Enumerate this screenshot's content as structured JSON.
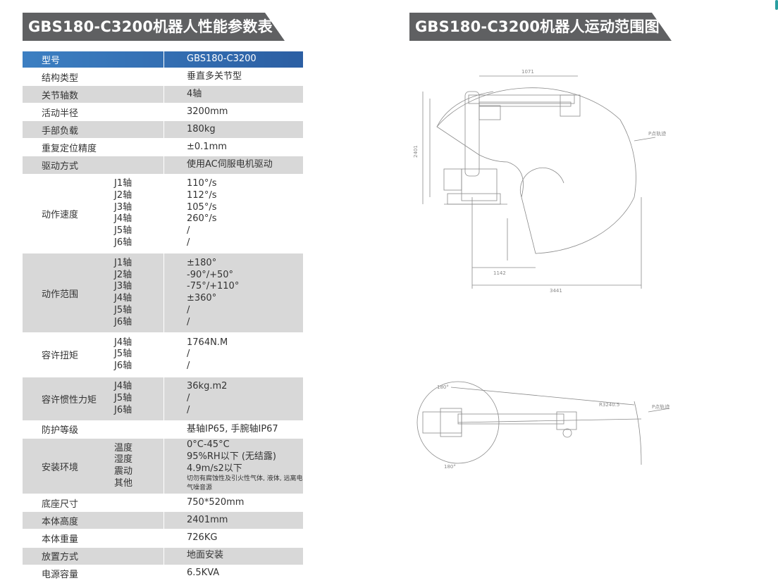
{
  "headings": {
    "left": "GBS180-C3200机器人性能参数表",
    "right": "GBS180-C3200机器人运动范围图"
  },
  "table": {
    "header": {
      "label": "型号",
      "value": "GBS180-C3200"
    },
    "rows": [
      {
        "label": "结构类型",
        "subs": [],
        "values": [
          "垂直多关节型"
        ]
      },
      {
        "label": "关节轴数",
        "subs": [],
        "values": [
          "4轴"
        ]
      },
      {
        "label": "活动半径",
        "subs": [],
        "values": [
          "3200mm"
        ]
      },
      {
        "label": "手部负载",
        "subs": [],
        "values": [
          "180kg"
        ]
      },
      {
        "label": "重复定位精度",
        "subs": [],
        "values": [
          "±0.1mm"
        ]
      },
      {
        "label": "驱动方式",
        "subs": [],
        "values": [
          "使用AC伺服电机驱动"
        ]
      },
      {
        "label": "动作速度",
        "subs": [
          "J1轴",
          "J2轴",
          "J3轴",
          "J4轴",
          "J5轴",
          "J6轴"
        ],
        "values": [
          "110°/s",
          "112°/s",
          "105°/s",
          "260°/s",
          "/",
          "/"
        ]
      },
      {
        "label": "动作范围",
        "subs": [
          "J1轴",
          "J2轴",
          "J3轴",
          "J4轴",
          "J5轴",
          "J6轴"
        ],
        "values": [
          "±180°",
          "-90°/+50°",
          "-75°/+110°",
          "±360°",
          "/",
          "/"
        ]
      },
      {
        "label": "容许扭矩",
        "subs": [
          "J4轴",
          "J5轴",
          "J6轴"
        ],
        "values": [
          "1764N.M",
          "/",
          "/"
        ]
      },
      {
        "label": "容许惯性力矩",
        "subs": [
          "J4轴",
          "J5轴",
          "J6轴"
        ],
        "values": [
          "36kg.m2",
          "/",
          "/"
        ]
      },
      {
        "label": "防护等级",
        "subs": [],
        "values": [
          "基轴IP65, 手腕轴IP67"
        ]
      },
      {
        "label": "安装环境",
        "subs": [
          "温度",
          "湿度",
          "震动",
          "其他"
        ],
        "values": [
          "0°C-45°C",
          "95%RH以下 (无结露)",
          "4.9m/s2以下",
          "切勿有腐蚀性及引火性气体, 液体, 远离电气噪音源"
        ]
      },
      {
        "label": "底座尺寸",
        "subs": [],
        "values": [
          "750*520mm"
        ]
      },
      {
        "label": "本体高度",
        "subs": [],
        "values": [
          "2401mm"
        ]
      },
      {
        "label": "本体重量",
        "subs": [],
        "values": [
          "726KG"
        ]
      },
      {
        "label": "放置方式",
        "subs": [],
        "values": [
          "地面安装"
        ]
      },
      {
        "label": "电源容量",
        "subs": [],
        "values": [
          "6.5KVA"
        ]
      }
    ]
  },
  "diagram_labels": {
    "side_p_point": "P点轨迹",
    "top_p_point": "P点轨迹",
    "dim_top": "1071",
    "dim_bottom1": "1142",
    "dim_bottom2": "3441",
    "dim_height": "2401",
    "dim_radius": "R3240.5",
    "angle1": "180°",
    "angle2": "180°"
  },
  "colors": {
    "heading_bg": "#5f6062",
    "header_blue": "#2f6db5",
    "stripe": "#d8d8d8",
    "line": "#8a8a8a"
  }
}
